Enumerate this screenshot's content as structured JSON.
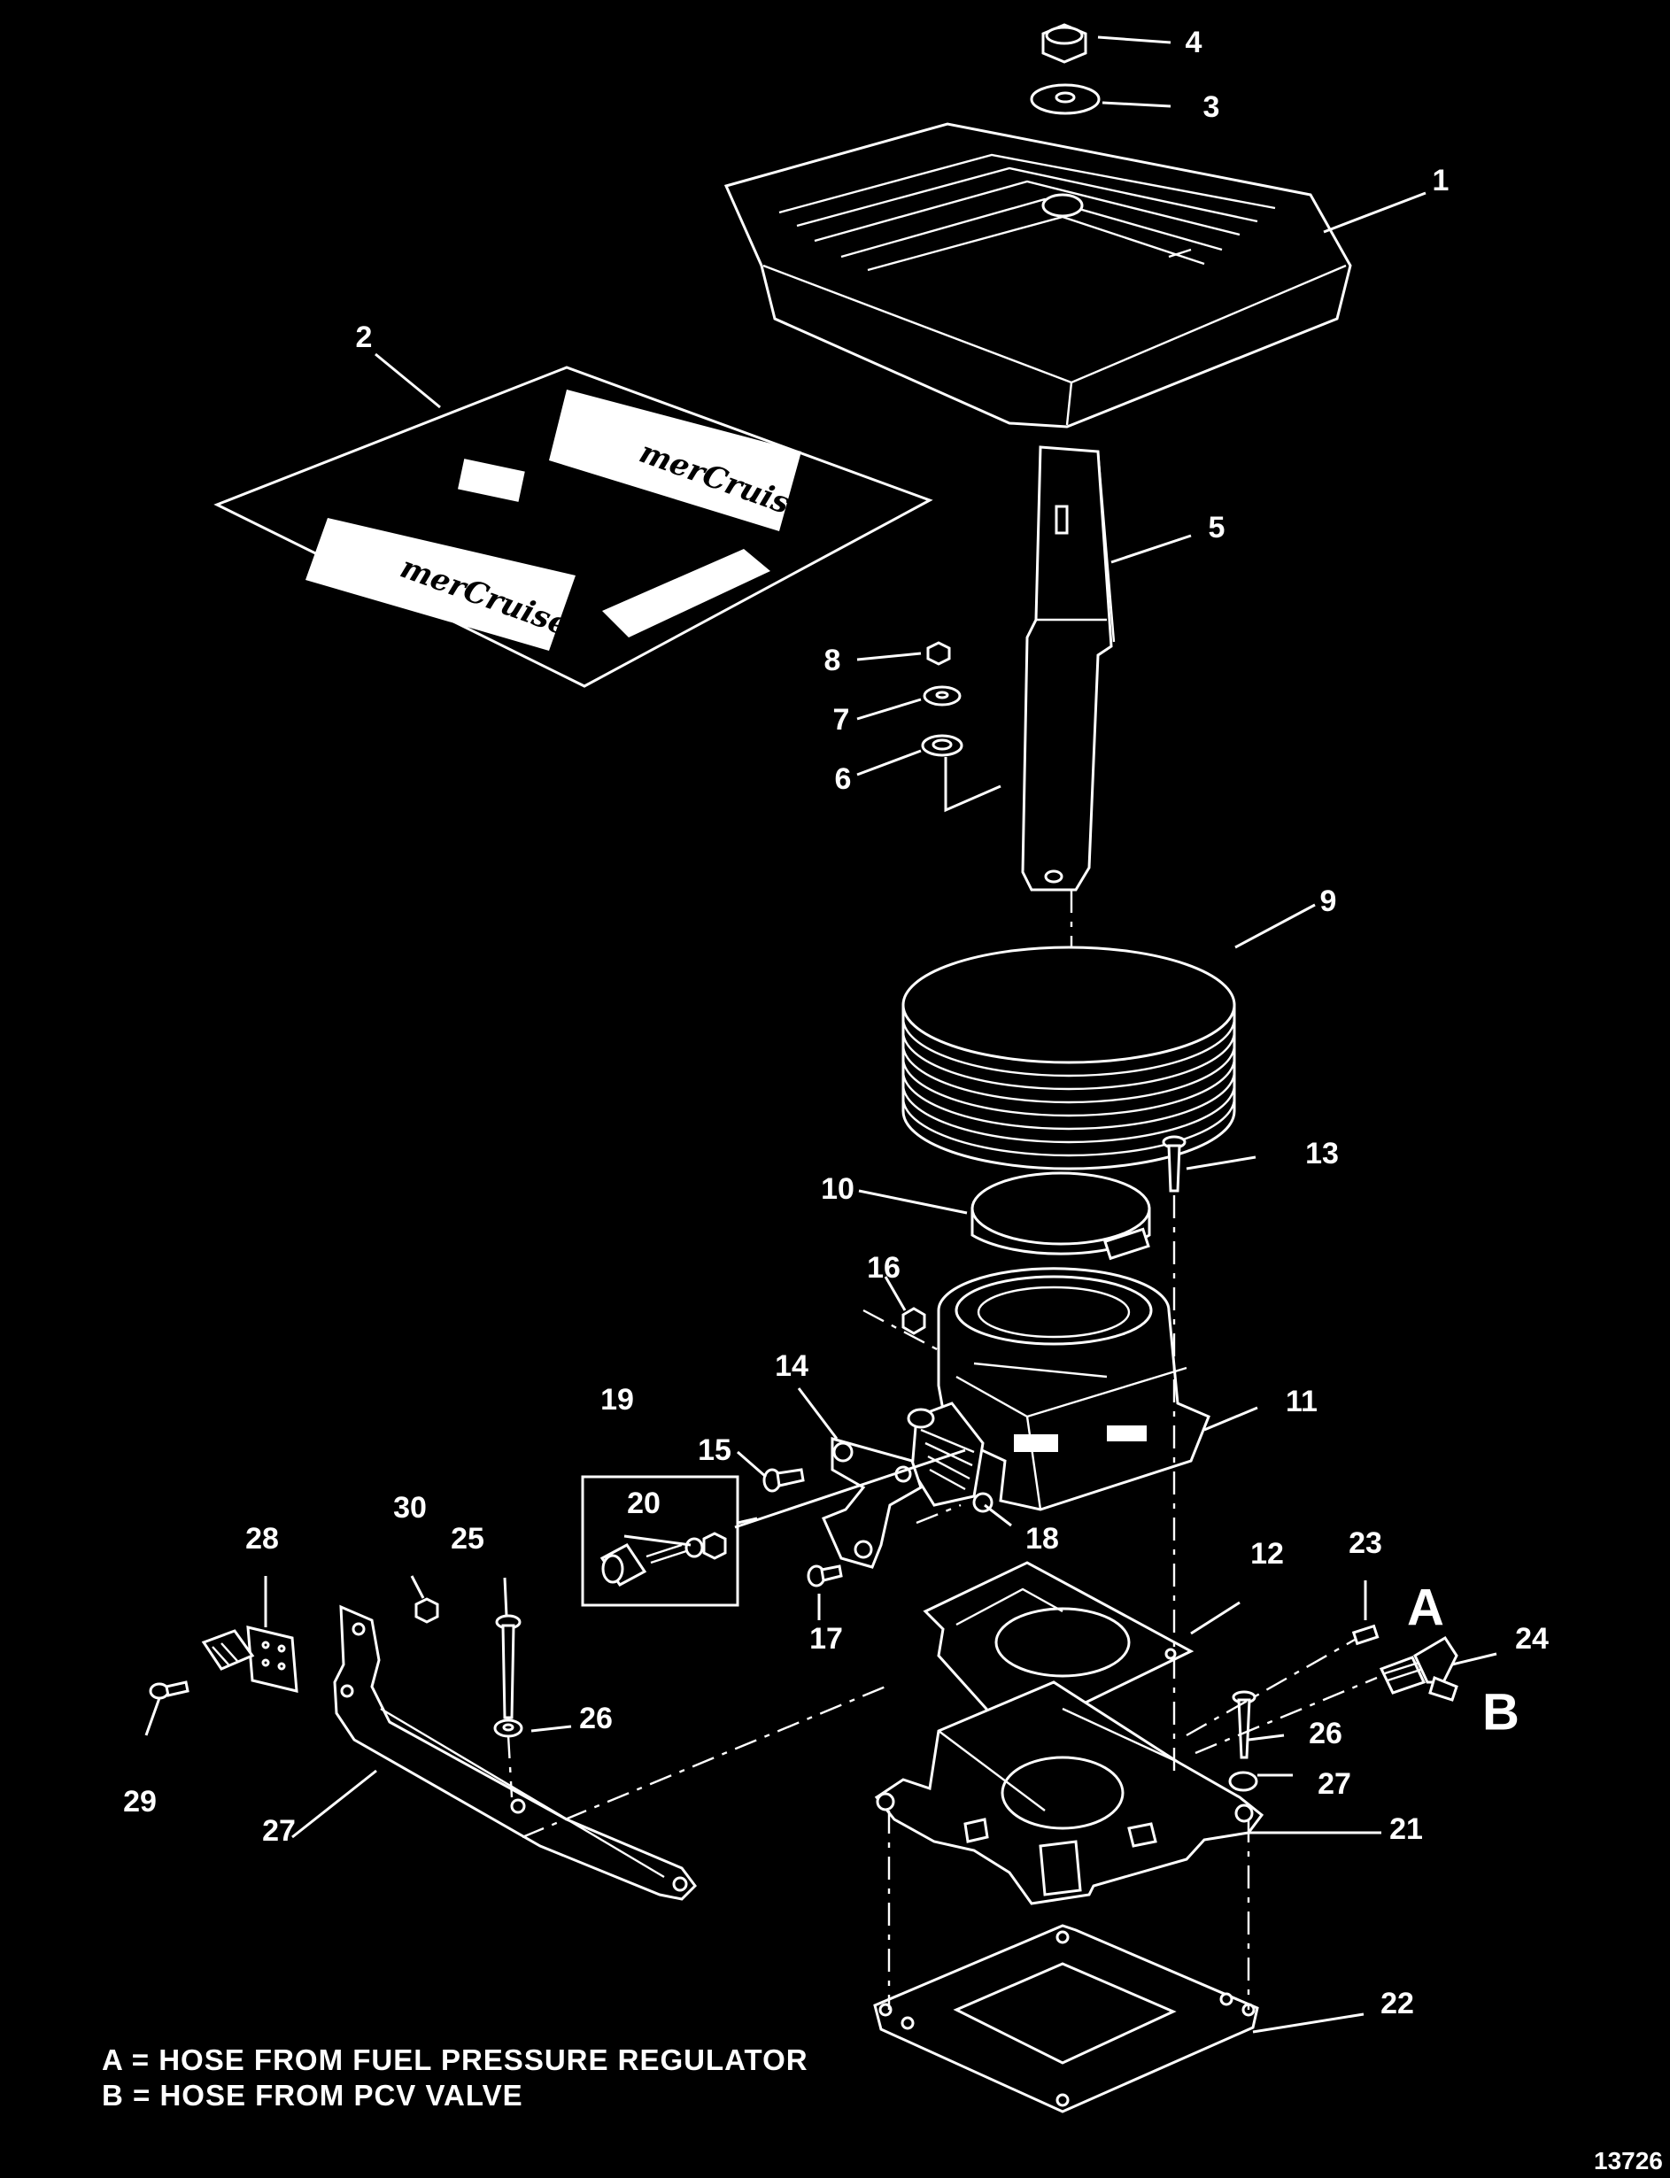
{
  "callouts": [
    "1",
    "2",
    "3",
    "4",
    "5",
    "6",
    "7",
    "8",
    "9",
    "10",
    "11",
    "12",
    "13",
    "14",
    "15",
    "16",
    "17",
    "18",
    "19",
    "20",
    "21",
    "22",
    "23",
    "24",
    "25",
    "26",
    "26",
    "27",
    "27",
    "28",
    "29",
    "30"
  ],
  "ports": {
    "a": "A",
    "b": "B"
  },
  "legend": {
    "line_a": "A = HOSE FROM FUEL PRESSURE REGULATOR",
    "line_b": "B = HOSE FROM PCV VALVE"
  },
  "decal_logo": "merCruiser",
  "figure_id": "13726"
}
